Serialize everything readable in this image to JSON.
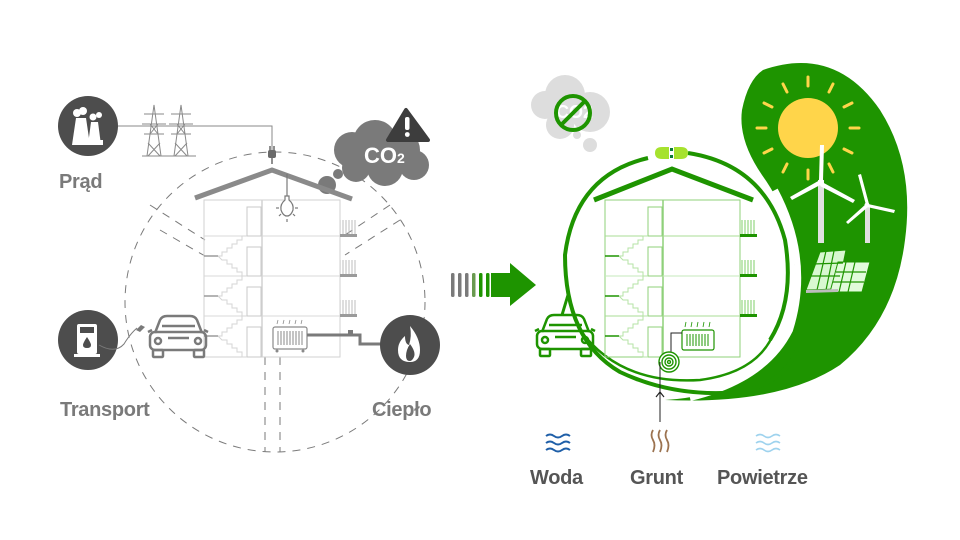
{
  "left_side": {
    "labels": {
      "electricity": "Prąd",
      "transport": "Transport",
      "heat": "Ciepło"
    },
    "emission_label": "CO2",
    "emission_label_main": "CO",
    "emission_label_sub": "2",
    "icons": [
      "power-plant-icon",
      "power-pylon-icon",
      "fuel-pump-icon",
      "flame-icon",
      "warning-icon",
      "co2-cloud-icon",
      "lightbulb-icon",
      "car-icon",
      "radiator-icon"
    ]
  },
  "transition_arrow": {
    "icon": "arrow-right-icon"
  },
  "right_side": {
    "sources": [
      {
        "label": "Woda",
        "icon": "water-waves-icon",
        "color": "#1f5fa8"
      },
      {
        "label": "Grunt",
        "icon": "ground-heat-icon",
        "color": "#9c7350"
      },
      {
        "label": "Powietrze",
        "icon": "air-waves-icon",
        "color": "#9fd3ee"
      }
    ],
    "icons": [
      "no-co2-icon",
      "plug-icon",
      "sun-icon",
      "wind-turbine-icon",
      "solar-panel-icon",
      "heat-pump-coil-icon",
      "car-icon",
      "radiator-icon"
    ]
  },
  "colors": {
    "grey_dark": "#4d4d4d",
    "grey_mid": "#7a7a7a",
    "grey_light": "#cccccc",
    "green": "#1e9400",
    "light_green": "#a6e22e",
    "sun_yellow": "#ffd54a",
    "warning_dark": "#3d3d3d"
  }
}
